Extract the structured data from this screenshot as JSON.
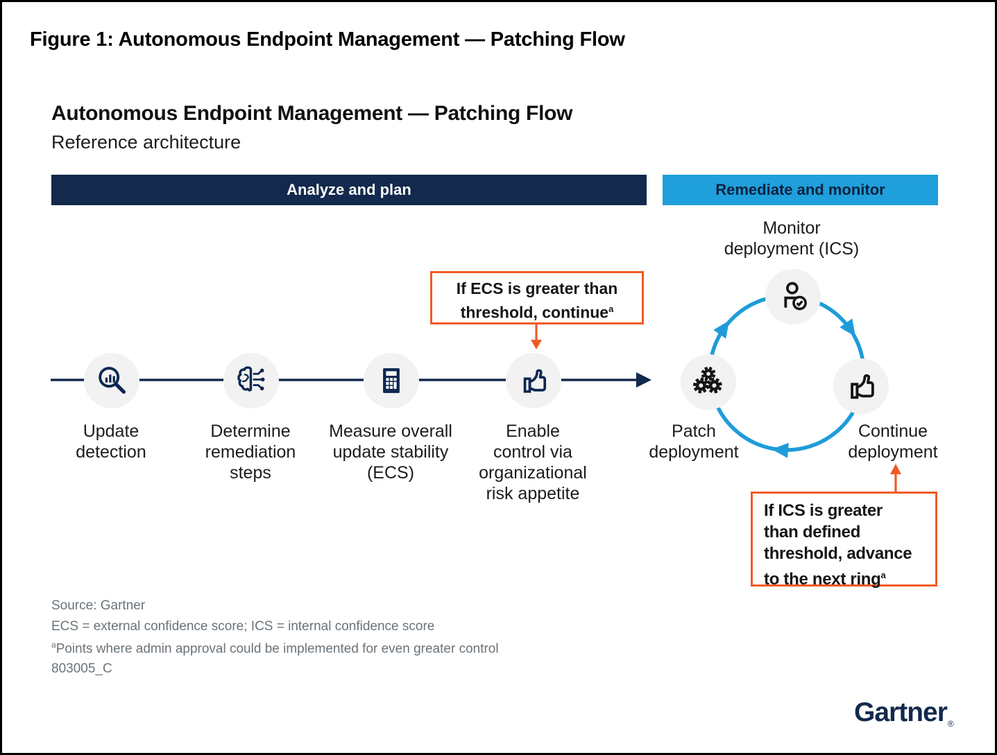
{
  "figure": {
    "title": "Figure 1: Autonomous Endpoint Management — Patching Flow"
  },
  "heading": {
    "title": "Autonomous Endpoint Management — Patching Flow",
    "subtitle": "Reference architecture"
  },
  "sections": {
    "analyze": "Analyze and plan",
    "remediate": "Remediate and monitor"
  },
  "flow_steps": [
    {
      "icon": "magnifier-chart-icon",
      "lines": [
        "Update",
        "detection"
      ]
    },
    {
      "icon": "ai-brain-icon",
      "lines": [
        "Determine",
        "remediation",
        "steps"
      ]
    },
    {
      "icon": "calculator-icon",
      "lines": [
        "Measure overall",
        "update stability",
        "(ECS)"
      ]
    },
    {
      "icon": "thumbs-up-icon",
      "lines": [
        "Enable",
        "control via",
        "organizational",
        "risk appetite"
      ]
    }
  ],
  "cycle": {
    "top": {
      "icon": "user-check-icon",
      "lines": [
        "Monitor",
        "deployment (ICS)"
      ]
    },
    "left": {
      "icon": "gears-icon",
      "lines": [
        "Patch",
        "deployment"
      ]
    },
    "right": {
      "icon": "thumbs-up-icon",
      "lines": [
        "Continue",
        "deployment"
      ]
    }
  },
  "callouts": {
    "ecs": {
      "lines": [
        "If ECS is greater than",
        "threshold, continue"
      ],
      "sup": "a"
    },
    "ics": {
      "lines": [
        "If ICS is greater",
        "than defined",
        "threshold, advance",
        "to the next ring"
      ],
      "sup": "a"
    }
  },
  "footer": {
    "source": "Source: Gartner",
    "legend": "ECS = external confidence score; ICS = internal confidence score",
    "footnote_sup": "a",
    "footnote": "Points where admin approval could be implemented for even greater control",
    "figure_id": "803005_C"
  },
  "logo": {
    "text": "Gartner",
    "registered": "®"
  },
  "colors": {
    "navy": "#13294d",
    "icon_navy": "#0d2850",
    "light_blue": "#1f9fdc",
    "cycle_blue": "#1e9cd9",
    "orange": "#f15a24",
    "node_gray": "#f2f2f2",
    "footer_gray": "#6a737a",
    "black_icon": "#161616"
  }
}
